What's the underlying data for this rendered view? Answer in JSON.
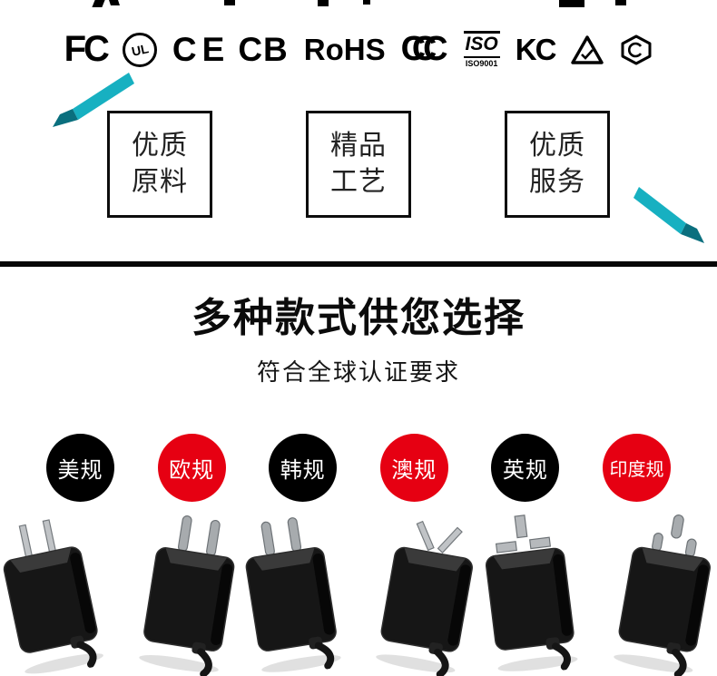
{
  "certifications": {
    "items": [
      {
        "id": "fcc",
        "text": "FC"
      },
      {
        "id": "ul",
        "text": "UL"
      },
      {
        "id": "ce",
        "text": "CE"
      },
      {
        "id": "cb",
        "text": "CB"
      },
      {
        "id": "rohs",
        "text": "RoHS"
      },
      {
        "id": "ccc",
        "text": "CCC"
      },
      {
        "id": "iso",
        "text": "ISO",
        "subtext": "ISO9001"
      },
      {
        "id": "kc",
        "text": "KC"
      },
      {
        "id": "safety-triangle-mark"
      },
      {
        "id": "quality-hex-mark"
      }
    ]
  },
  "features": {
    "boxes": [
      {
        "line1": "优质",
        "line2": "原料"
      },
      {
        "line1": "精品",
        "line2": "工艺"
      },
      {
        "line1": "优质",
        "line2": "服务"
      }
    ]
  },
  "headline": {
    "title": "多种款式供您选择",
    "subtitle": "符合全球认证要求"
  },
  "plug_options": [
    {
      "label": "美规",
      "badge_color": "#000000",
      "plug_type": "US"
    },
    {
      "label": "欧规",
      "badge_color": "#e60012",
      "plug_type": "EU"
    },
    {
      "label": "韩规",
      "badge_color": "#000000",
      "plug_type": "KR"
    },
    {
      "label": "澳规",
      "badge_color": "#e60012",
      "plug_type": "AU"
    },
    {
      "label": "英规",
      "badge_color": "#000000",
      "plug_type": "UK"
    },
    {
      "label": "印度规",
      "badge_color": "#e60012",
      "plug_type": "IN"
    }
  ],
  "colors": {
    "accent_teal_light": "#17b0c1",
    "accent_teal_dark": "#0a6f7e",
    "badge_red": "#e60012",
    "badge_black": "#000000",
    "divider_black": "#070707"
  }
}
